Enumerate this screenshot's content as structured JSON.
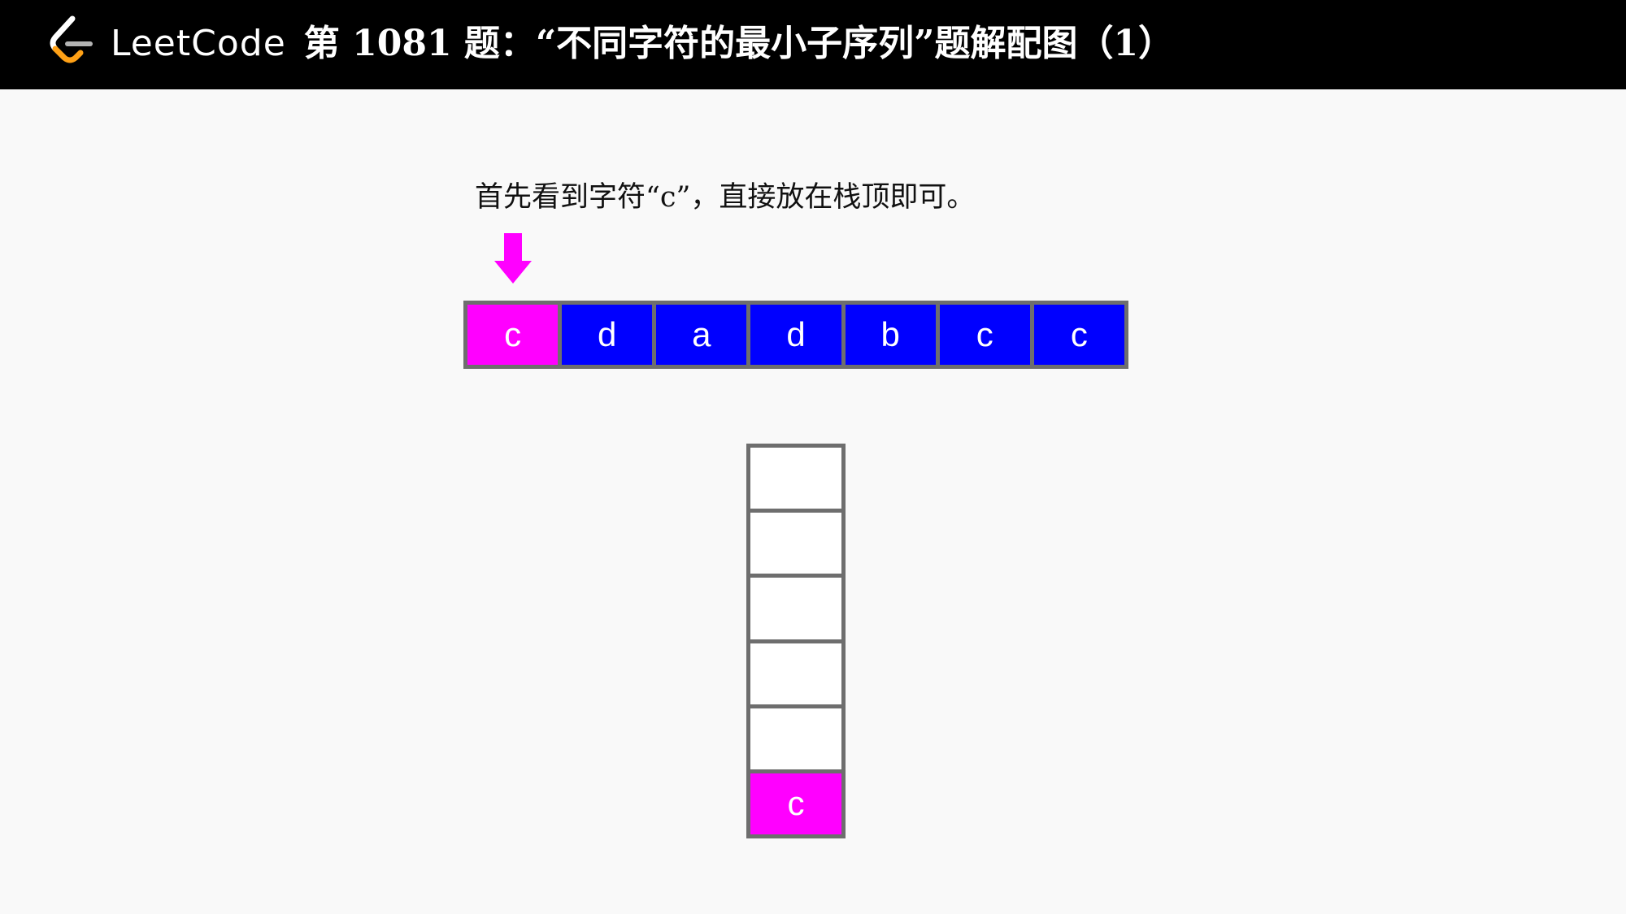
{
  "header": {
    "logo_icon": "leetcode-logo-icon",
    "logo_text": "LeetCode",
    "title": "第 1081 题：“不同字符的最小子序列”题解配图（1）"
  },
  "caption": "首先看到字符“c”，直接放在栈顶即可。",
  "pointer": {
    "icon": "down-arrow-icon",
    "index": 0
  },
  "input_string": {
    "cells": [
      {
        "char": "c",
        "state": "current"
      },
      {
        "char": "d",
        "state": "pending"
      },
      {
        "char": "a",
        "state": "pending"
      },
      {
        "char": "d",
        "state": "pending"
      },
      {
        "char": "b",
        "state": "pending"
      },
      {
        "char": "c",
        "state": "pending"
      },
      {
        "char": "c",
        "state": "pending"
      }
    ]
  },
  "stack": {
    "cells_top_to_bottom": [
      {
        "char": "",
        "state": "empty"
      },
      {
        "char": "",
        "state": "empty"
      },
      {
        "char": "",
        "state": "empty"
      },
      {
        "char": "",
        "state": "empty"
      },
      {
        "char": "",
        "state": "empty"
      },
      {
        "char": "c",
        "state": "current"
      }
    ]
  },
  "colors": {
    "current": "#ff00ff",
    "pending": "#0000ff",
    "empty": "#ffffff",
    "border": "#6e6e6e",
    "header_bg": "#000000",
    "page_bg": "#f9f9f9",
    "logo_orange": "#ffa116",
    "logo_gray": "#b3b3b3",
    "logo_white": "#ffffff"
  }
}
